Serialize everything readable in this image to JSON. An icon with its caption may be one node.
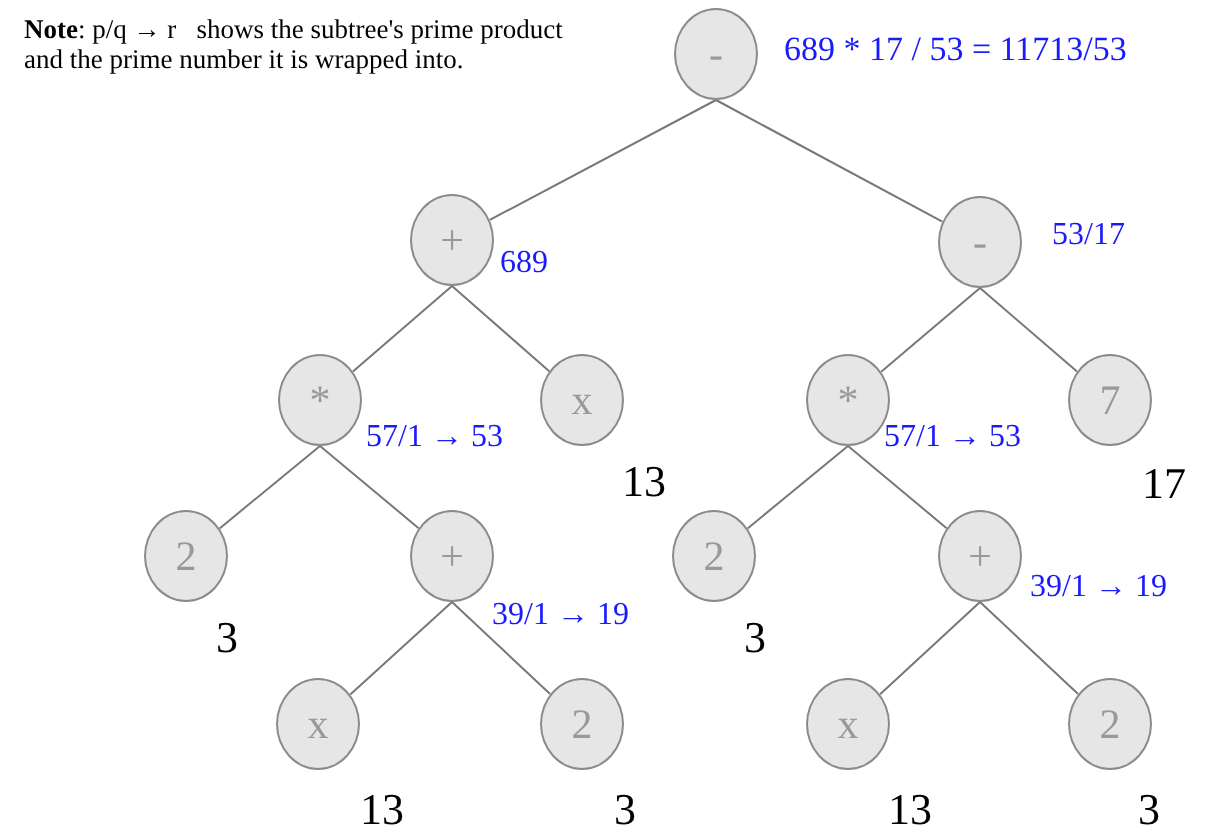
{
  "diagram": {
    "nodes": [
      {
        "text": [
          "-"
        ],
        "beside": [
          "689 * 17 / 53 = 11713/53"
        ]
      },
      {
        "text": [
          "+"
        ],
        "beside": [
          "689"
        ]
      },
      {
        "text": [
          "-"
        ],
        "beside": [
          "53/17"
        ]
      },
      {
        "text": [
          "*"
        ],
        "beside": [
          "57/1 → 53"
        ]
      },
      {
        "text": [
          "x"
        ],
        "beside": [
          "13"
        ]
      },
      {
        "text": [
          "*"
        ],
        "beside": [
          "57/1 → 53"
        ]
      },
      {
        "text": [
          "7"
        ],
        "beside": [
          "17"
        ]
      },
      {
        "text": [
          "2"
        ],
        "beside": [
          "3"
        ]
      },
      {
        "text": [
          "+"
        ],
        "beside": [
          "39/1 → 19"
        ]
      },
      {
        "text": [
          "2"
        ],
        "beside": [
          "3"
        ]
      },
      {
        "text": [
          "+"
        ],
        "beside": [
          "39/1 → 19"
        ]
      },
      {
        "text": [
          "x"
        ],
        "beside": [
          "13"
        ]
      },
      {
        "text": [
          "2"
        ],
        "beside": [
          "3"
        ]
      },
      {
        "text": [
          "x"
        ],
        "beside": [
          "13"
        ]
      },
      {
        "text": [
          "2"
        ],
        "beside": [
          "3"
        ]
      }
    ],
    "edges": [
      {
        "from": 0,
        "to": 1,
        "arrow": "none"
      },
      {
        "from": 0,
        "to": 2,
        "arrow": "none"
      },
      {
        "from": 1,
        "to": 3,
        "arrow": "none"
      },
      {
        "from": 1,
        "to": 4,
        "arrow": "none"
      },
      {
        "from": 2,
        "to": 5,
        "arrow": "none"
      },
      {
        "from": 2,
        "to": 6,
        "arrow": "none"
      },
      {
        "from": 3,
        "to": 7,
        "arrow": "none"
      },
      {
        "from": 3,
        "to": 8,
        "arrow": "none"
      },
      {
        "from": 5,
        "to": 9,
        "arrow": "none"
      },
      {
        "from": 5,
        "to": 10,
        "arrow": "none"
      },
      {
        "from": 8,
        "to": 11,
        "arrow": "none"
      },
      {
        "from": 8,
        "to": 12,
        "arrow": "none"
      },
      {
        "from": 10,
        "to": 13,
        "arrow": "none"
      },
      {
        "from": 10,
        "to": 14,
        "arrow": "none"
      }
    ],
    "labels": [
      "**Note**: p/q → r   shows the subtree's prime product and the prime number it is wrapped into."
    ]
  }
}
